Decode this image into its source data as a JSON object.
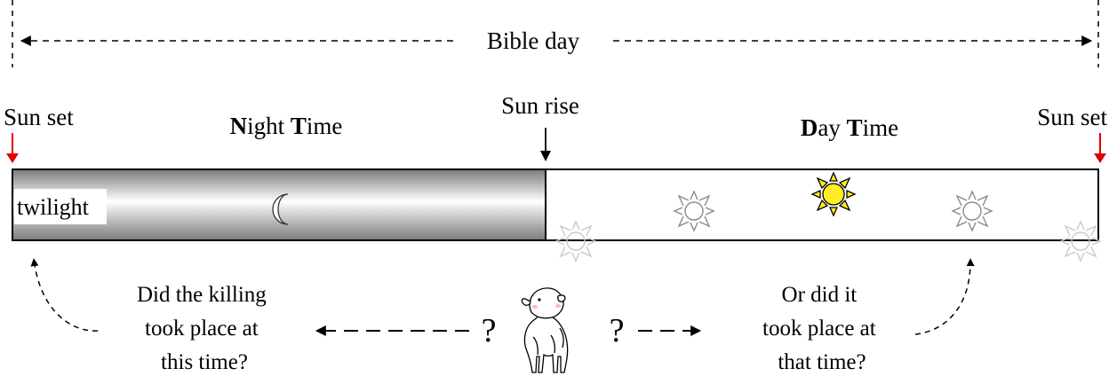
{
  "diagram": {
    "bible_day_label": "Bible day",
    "sun_set_left_label": "Sun set",
    "sun_set_right_label": "Sun set",
    "sun_rise_label": "Sun rise",
    "night_time": {
      "first": "N",
      "rest1": "ight ",
      "second": "T",
      "rest2": "ime"
    },
    "day_time": {
      "first": "D",
      "rest1": "ay ",
      "second": "T",
      "rest2": "ime"
    },
    "twilight_label": "twilight",
    "question_left": [
      "Did the killing",
      "took place at",
      "this time?"
    ],
    "question_right": [
      "Or did it",
      "took place at",
      "that time?"
    ],
    "question_mark": "?"
  },
  "colors": {
    "sunset_arrow": "#e00000",
    "sun_fill": "#ffee22",
    "sun_outline": "#000000",
    "faded_sun": "#8a8a8a",
    "pale_sun": "#c8c8c8",
    "night_gradient_dark": "#7a7a7a",
    "night_gradient_light": "#ffffff"
  },
  "icons": [
    "moon-icon",
    "sun-icon",
    "lamb-icon",
    "arrow-icon"
  ]
}
